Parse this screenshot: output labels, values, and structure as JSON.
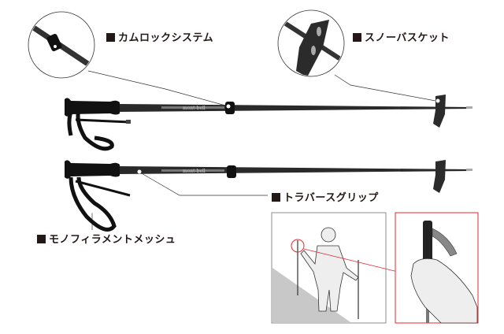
{
  "labels": {
    "cam_lock": "カムロックシステム",
    "snow_basket": "スノーバスケット",
    "traverse_grip": "トラバースグリップ",
    "monofilament_mesh": "モノフィラメントメッシュ"
  },
  "brand": "mont-bell",
  "colors": {
    "text": "#231815",
    "pole": "#2a2a2a",
    "highlight": "#e6282f",
    "frame": "#8c8c8c",
    "slope": "#c8c8c8"
  }
}
